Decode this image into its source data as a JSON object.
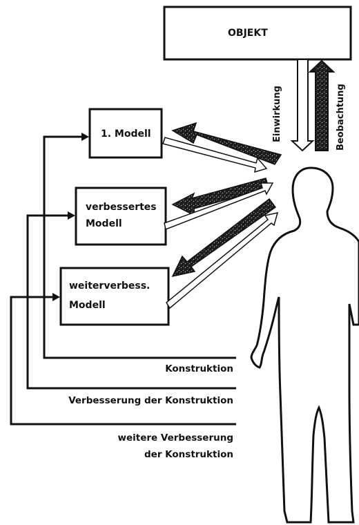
{
  "labels": {
    "objekt": "OBJEKT",
    "modell_1": "1. Modell",
    "modell_2_line1": "verbessertes",
    "modell_2_line2": "Modell",
    "modell_3_line1": "weiterverbess.",
    "modell_3_line2": "Modell",
    "einwirkung": "Einwirkung",
    "beobachtung": "Beobachtung",
    "konstruktion": "Konstruktion",
    "verbesserung": "Verbesserung der Konstruktion",
    "weitere_line1": "weitere Verbesserung",
    "weitere_line2": "der Konstruktion"
  },
  "colors": {
    "ink": "#111111",
    "paper": "#ffffff",
    "speckle": "#3a3a3a"
  }
}
